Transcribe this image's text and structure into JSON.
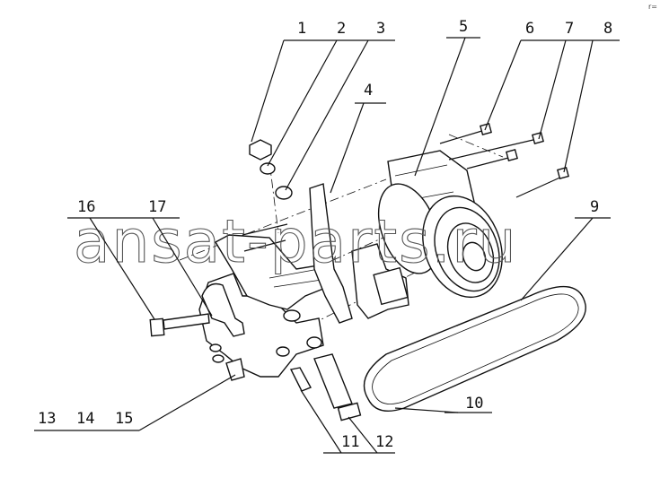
{
  "watermark": "ansat-parts.ru",
  "corner_mark": "r=",
  "callouts": {
    "c1": "1",
    "c2": "2",
    "c3": "3",
    "c4": "4",
    "c5": "5",
    "c6": "6",
    "c7": "7",
    "c8": "8",
    "c9": "9",
    "c10": "10",
    "c11": "11",
    "c12": "12",
    "c13": "13",
    "c14": "14",
    "c15": "15",
    "c16": "16",
    "c17": "17"
  }
}
